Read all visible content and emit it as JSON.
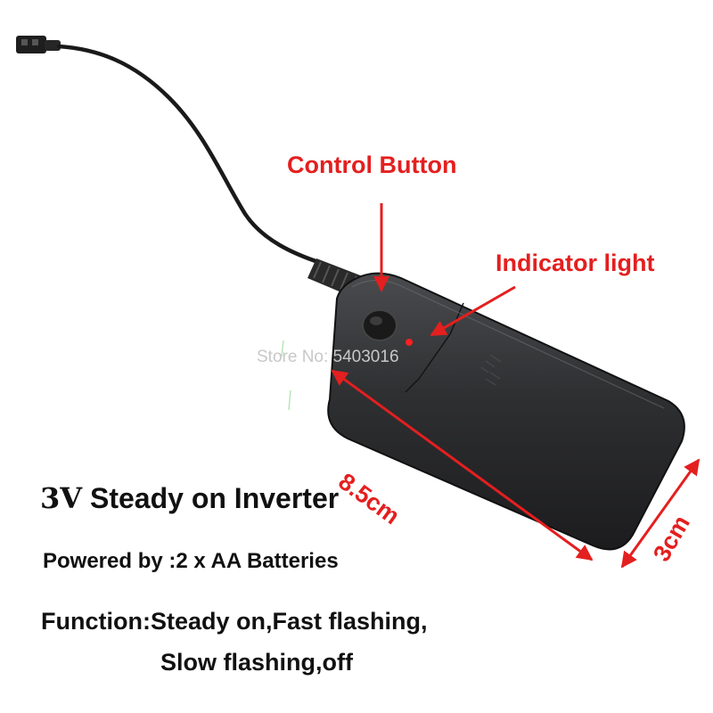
{
  "product": {
    "title_voltage": "3V",
    "title_rest": "Steady on Inverter",
    "powered_by": "Powered by :2 x AA Batteries",
    "function_line1": "Function:Steady on,Fast flashing,",
    "function_line2": "Slow flashing,off"
  },
  "callouts": {
    "control_button": "Control Button",
    "indicator_light": "Indicator light"
  },
  "dimensions": {
    "length": "8.5cm",
    "width": "3cm"
  },
  "watermark": "Store No: 5403016",
  "colors": {
    "annotation_red": "#e41f1f",
    "device_body": "#2b2c2e",
    "led": "#ff2020"
  }
}
